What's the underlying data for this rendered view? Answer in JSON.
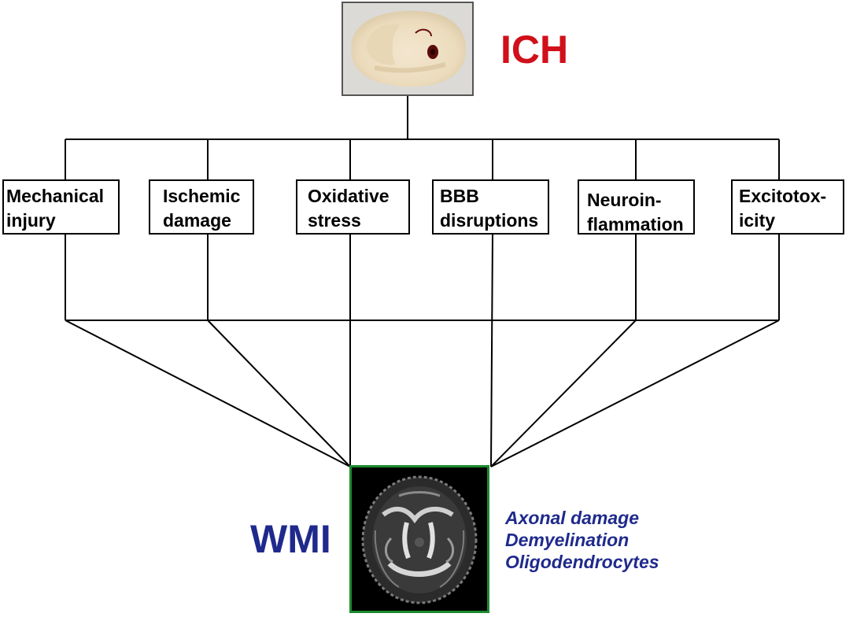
{
  "top": {
    "label": "ICH"
  },
  "bottom": {
    "label": "WMI"
  },
  "mechanisms": [
    {
      "lines": [
        "Mechanical",
        "injury"
      ]
    },
    {
      "lines": [
        "Ischemic",
        "damage"
      ]
    },
    {
      "lines": [
        "Oxidative",
        "stress"
      ]
    },
    {
      "lines": [
        "BBB",
        "disruptions"
      ]
    },
    {
      "lines": [
        "Neuroin-",
        "flammation"
      ]
    },
    {
      "lines": [
        "Excitotox-",
        "icity"
      ]
    }
  ],
  "outcomes": [
    "Axonal damage",
    "Demyelination",
    "Oligodendrocytes"
  ],
  "colors": {
    "ich": "#d0101a",
    "wmi": "#1f2a8c",
    "mri_border": "#1c8a2e",
    "lines": "#000000"
  }
}
